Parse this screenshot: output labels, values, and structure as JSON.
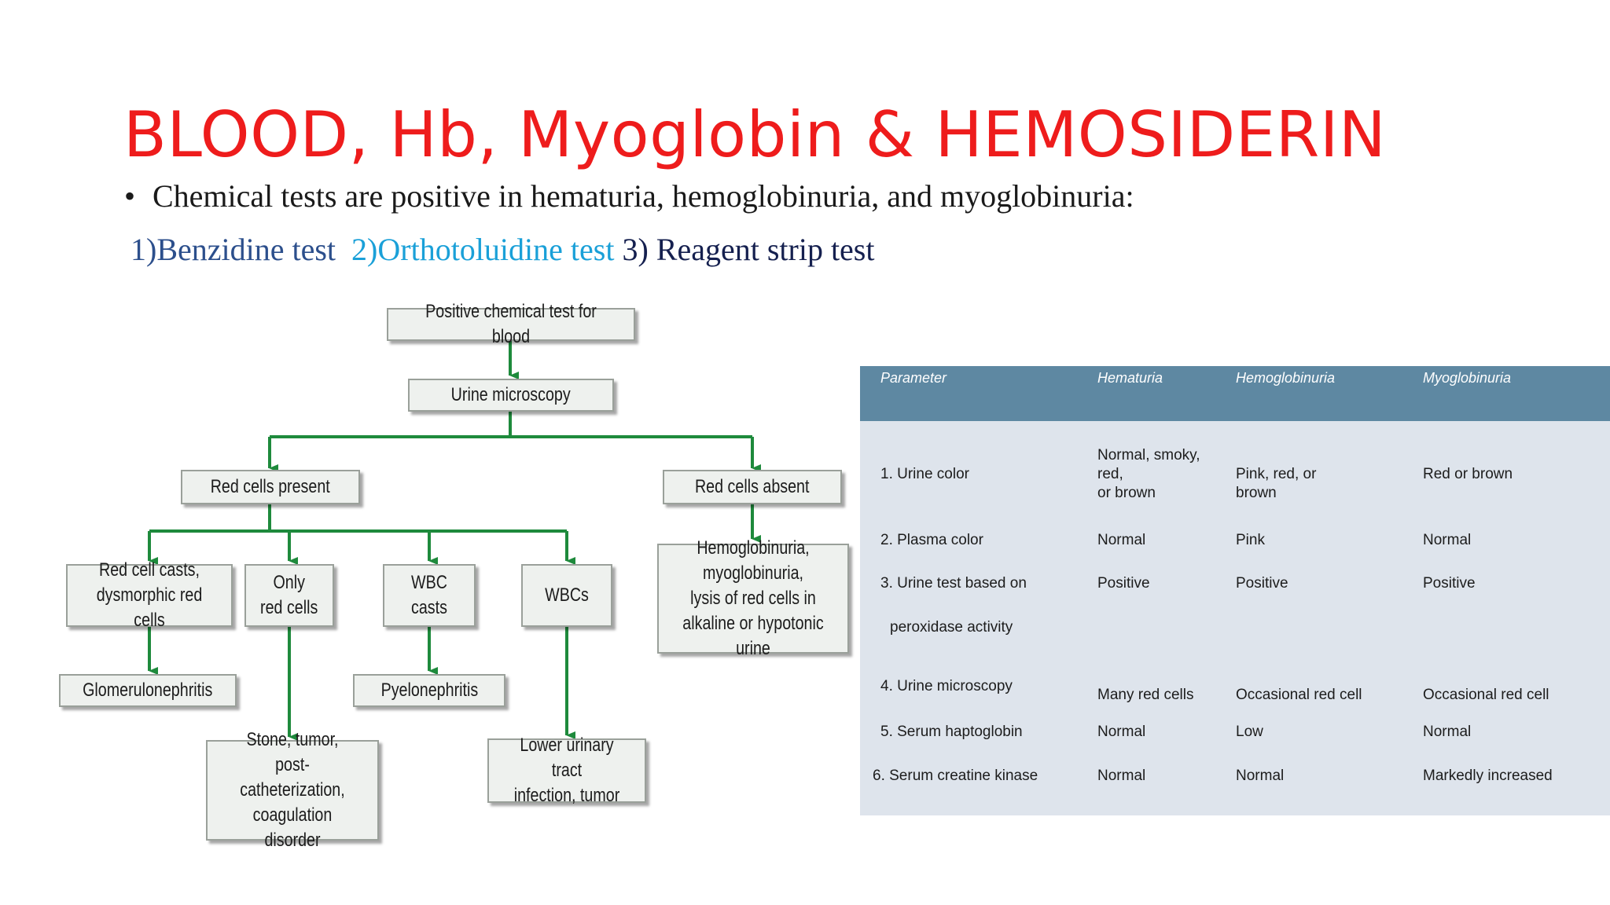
{
  "title": "BLOOD, Hb, Myoglobin & HEMOSIDERIN",
  "bullet": {
    "symbol": "•",
    "text": "Chemical tests are positive in hematuria, hemoglobinuria, and myoglobinuria:"
  },
  "tests": {
    "t1": "1)Benzidine test",
    "t2": "2)Orthotoluidine test",
    "t3": "3) Reagent strip test"
  },
  "flowchart": {
    "root": "Positive chemical test for blood",
    "microscopy": "Urine microscopy",
    "present": "Red cells present",
    "absent": "Red cells absent",
    "casts": "Red cell casts,\ndysmorphic red cells",
    "only": "Only\nred cells",
    "wbc_casts": "WBC casts",
    "wbcs": "WBCs",
    "hemoglobinuria": "Hemoglobinuria,\nmyoglobinuria,\nlysis of red cells in\nalkaline or hypotonic urine",
    "glomerulo": "Glomerulonephritis",
    "pyelo": "Pyelonephritis",
    "stone": "Stone, tumor,\npost-catheterization,\ncoagulation disorder",
    "lower": "Lower urinary tract\ninfection, tumor",
    "arrow_color": "#1e8a3c"
  },
  "table": {
    "headers": [
      "Parameter",
      "Hematuria",
      "Hemoglobinuria",
      "Myoglobinuria"
    ],
    "rows": [
      {
        "param": "1. Urine color",
        "hematuria": "Normal, smoky,\nred,\nor brown",
        "hemoglobinuria": "Pink, red, or\nbrown",
        "myoglobinuria": "Red or brown"
      },
      {
        "param": "2. Plasma color",
        "hematuria": "Normal",
        "hemoglobinuria": "Pink",
        "myoglobinuria": "Normal"
      },
      {
        "param": "3. Urine test based on",
        "param2": "peroxidase activity",
        "hematuria": "Positive",
        "hemoglobinuria": "Positive",
        "myoglobinuria": "Positive"
      },
      {
        "param": "4. Urine microscopy",
        "hematuria": "Many red cells",
        "hemoglobinuria": "Occasional red cell",
        "myoglobinuria": "Occasional red cell"
      },
      {
        "param": "5. Serum haptoglobin",
        "hematuria": "Normal",
        "hemoglobinuria": "Low",
        "myoglobinuria": "Normal"
      },
      {
        "param": "6. Serum creatine kinase",
        "hematuria": "Normal",
        "hemoglobinuria": "Normal",
        "myoglobinuria": "Markedly increased"
      }
    ],
    "header_color": "#5e88a2",
    "body_color": "#dee4ec"
  }
}
